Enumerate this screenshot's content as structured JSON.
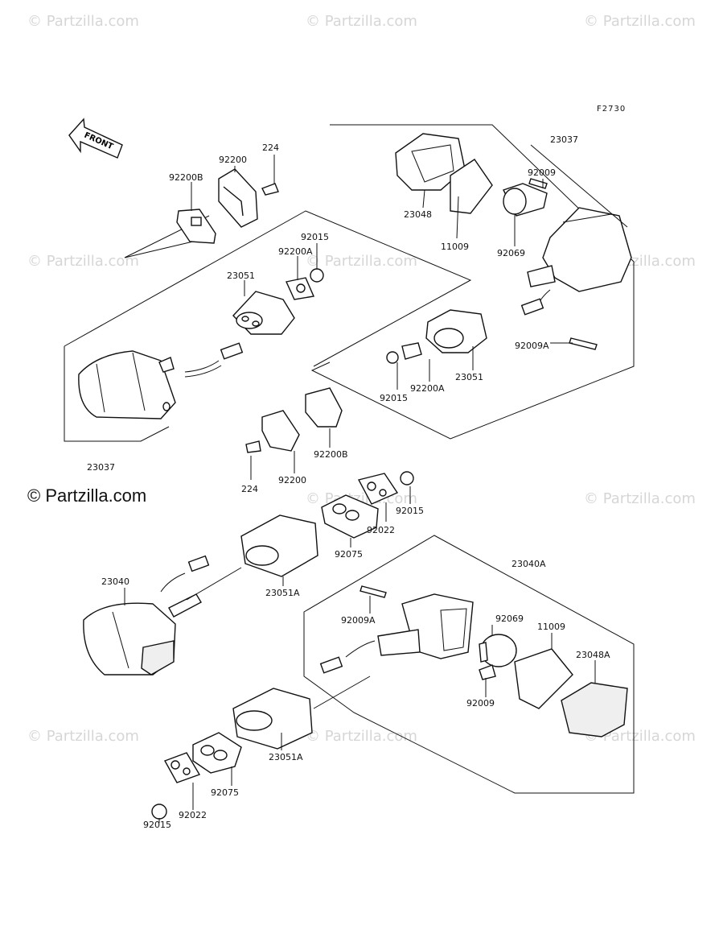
{
  "figure_code": "F2730",
  "front_label": "FRONT",
  "copyright": "© Partzilla.com",
  "watermark": "© Partzilla.com",
  "part_labels": {
    "p224_a": "224",
    "p92200_a": "92200",
    "p92200B_a": "92200B",
    "p92015_a": "92015",
    "p92200A_a": "92200A",
    "p23051_a": "23051",
    "p23037_a": "23037",
    "p23037_b": "23037",
    "p92009_a": "92009",
    "p23048": "23048",
    "p11009_a": "11009",
    "p92069_a": "92069",
    "p92009A_a": "92009A",
    "p23051_b": "23051",
    "p92200A_b": "92200A",
    "p92015_b": "92015",
    "p92200B_b": "92200B",
    "p224_b": "224",
    "p92200_b": "92200",
    "p92015_c": "92015",
    "p92022_a": "92022",
    "p92075_a": "92075",
    "p23040": "23040",
    "p23051A_a": "23051A",
    "p23040A": "23040A",
    "p92009A_b": "92009A",
    "p92069_b": "92069",
    "p11009_b": "11009",
    "p23048A": "23048A",
    "p92009_b": "92009",
    "p23051A_b": "23051A",
    "p92075_b": "92075",
    "p92022_b": "92022",
    "p92015_d": "92015"
  }
}
